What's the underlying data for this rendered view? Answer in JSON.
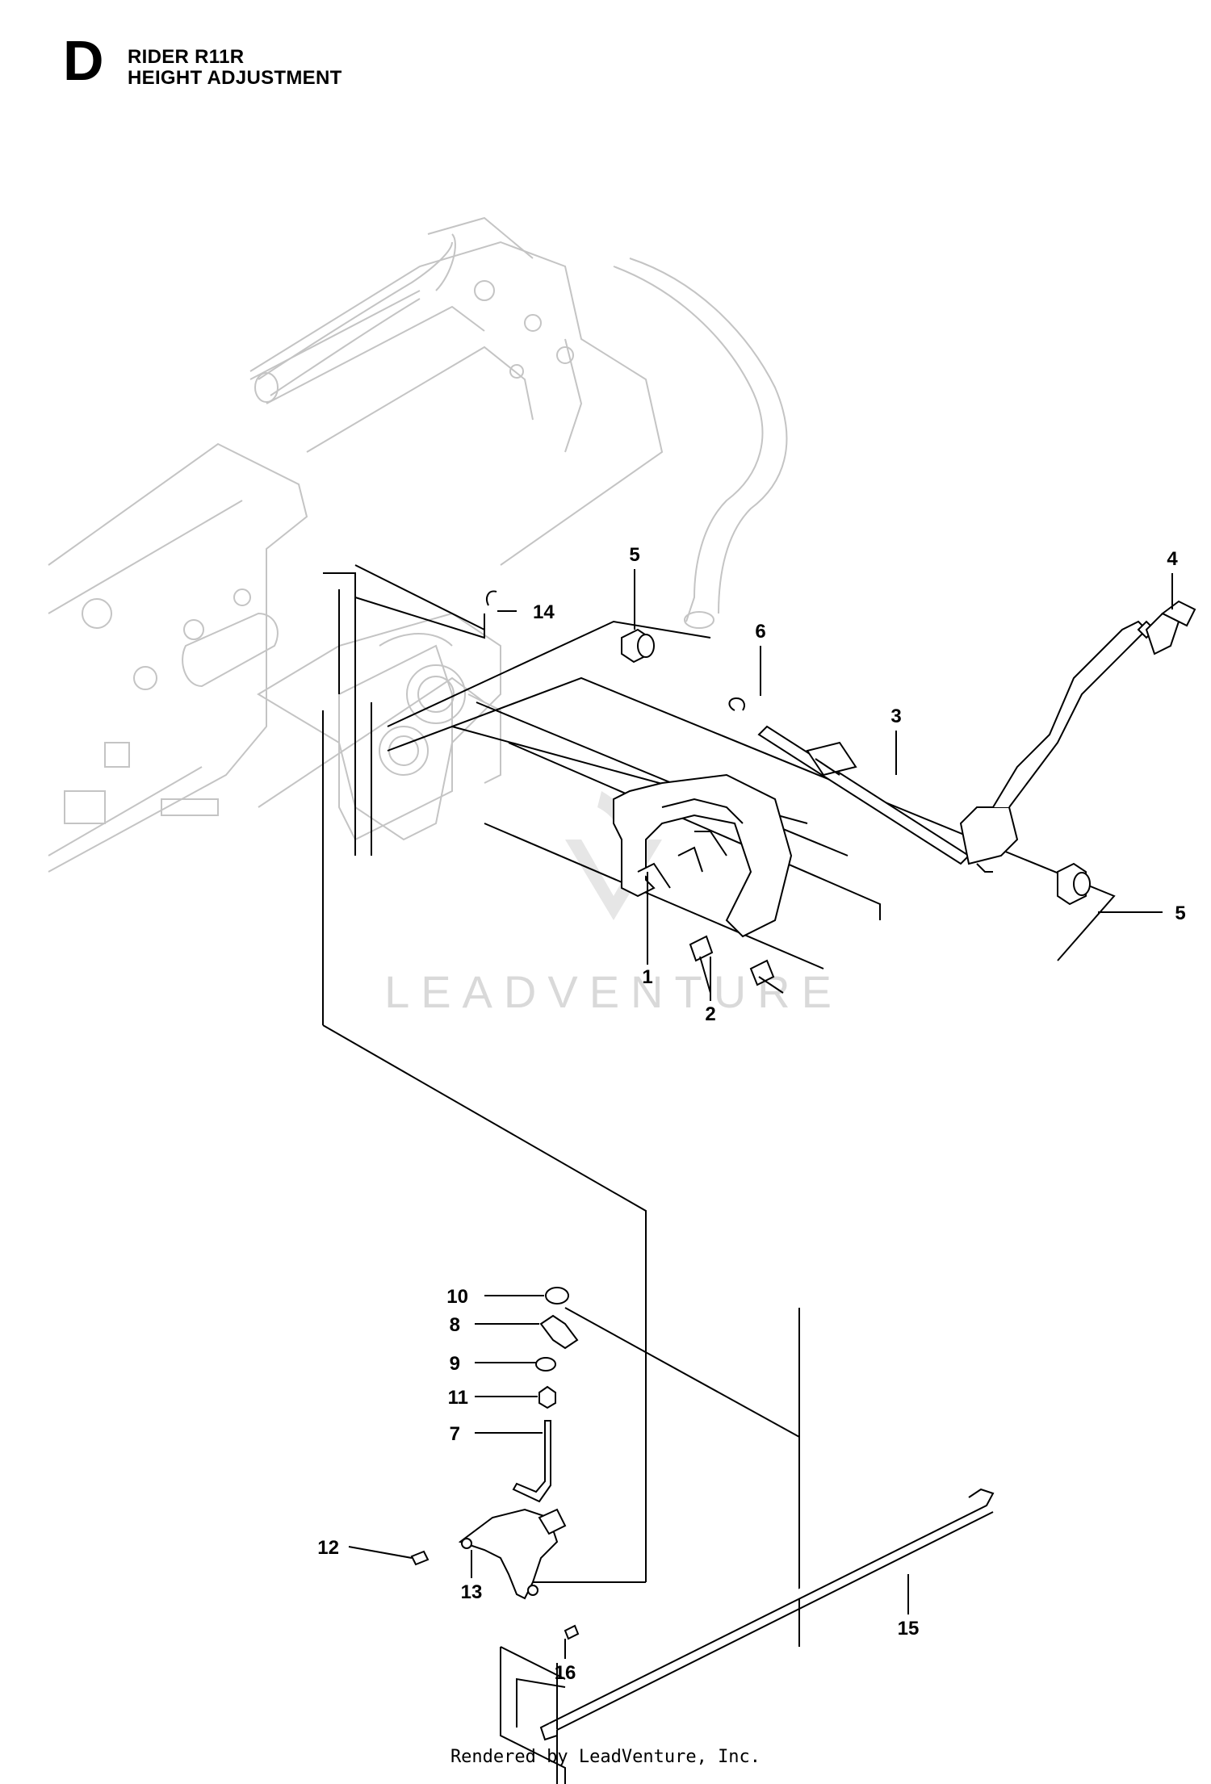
{
  "header": {
    "section_letter": "D",
    "model": "RIDER R11R",
    "subtitle": "HEIGHT ADJUSTMENT"
  },
  "watermark": {
    "brand": "LEADVENTURE"
  },
  "callouts": [
    {
      "label": "1"
    },
    {
      "label": "2"
    },
    {
      "label": "3"
    },
    {
      "label": "4"
    },
    {
      "label": "5"
    },
    {
      "label": "5"
    },
    {
      "label": "6"
    },
    {
      "label": "7"
    },
    {
      "label": "8"
    },
    {
      "label": "9"
    },
    {
      "label": "10"
    },
    {
      "label": "11"
    },
    {
      "label": "12"
    },
    {
      "label": "13"
    },
    {
      "label": "14"
    },
    {
      "label": "15"
    },
    {
      "label": "16"
    }
  ],
  "footer": {
    "credit": "Rendered by LeadVenture, Inc."
  },
  "colors": {
    "line": "#000000",
    "frame_outline": "#c4c4c4",
    "watermark": "#d9d9d9"
  }
}
